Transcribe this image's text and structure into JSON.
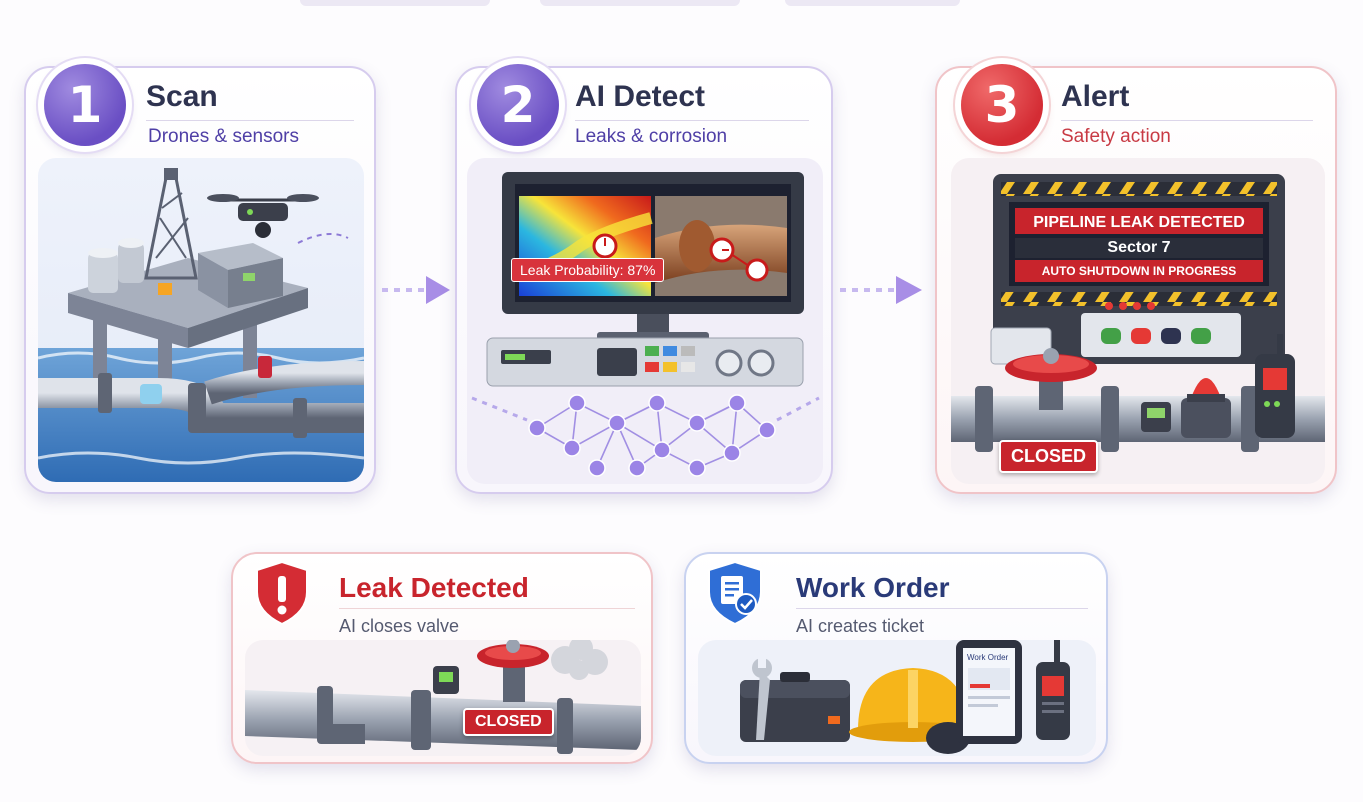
{
  "steps": [
    {
      "number": "1",
      "title": "Scan",
      "subtitle": "Drones & sensors"
    },
    {
      "number": "2",
      "title": "AI Detect",
      "subtitle": "Leaks & corrosion"
    },
    {
      "number": "3",
      "title": "Alert",
      "subtitle": "Safety action"
    }
  ],
  "detect_screen": {
    "probability_label": "Leak Probability: 87%"
  },
  "alert_screen": {
    "line1": "PIPELINE LEAK DETECTED",
    "line2": "Sector 7",
    "line3": "AUTO SHUTDOWN IN PROGRESS",
    "valve_tag": "CLOSED"
  },
  "outcomes": [
    {
      "title": "Leak Detected",
      "subtitle": "AI closes valve",
      "tag": "CLOSED"
    },
    {
      "title": "Work Order",
      "subtitle": "AI creates ticket",
      "tablet_title": "Work Order"
    }
  ],
  "colors": {
    "purple": "#6a4fc4",
    "red": "#d42c34",
    "navy": "#2e3350"
  },
  "icons": [
    "exclamation-shield-icon",
    "document-check-shield-icon",
    "arrow-right-icon"
  ]
}
